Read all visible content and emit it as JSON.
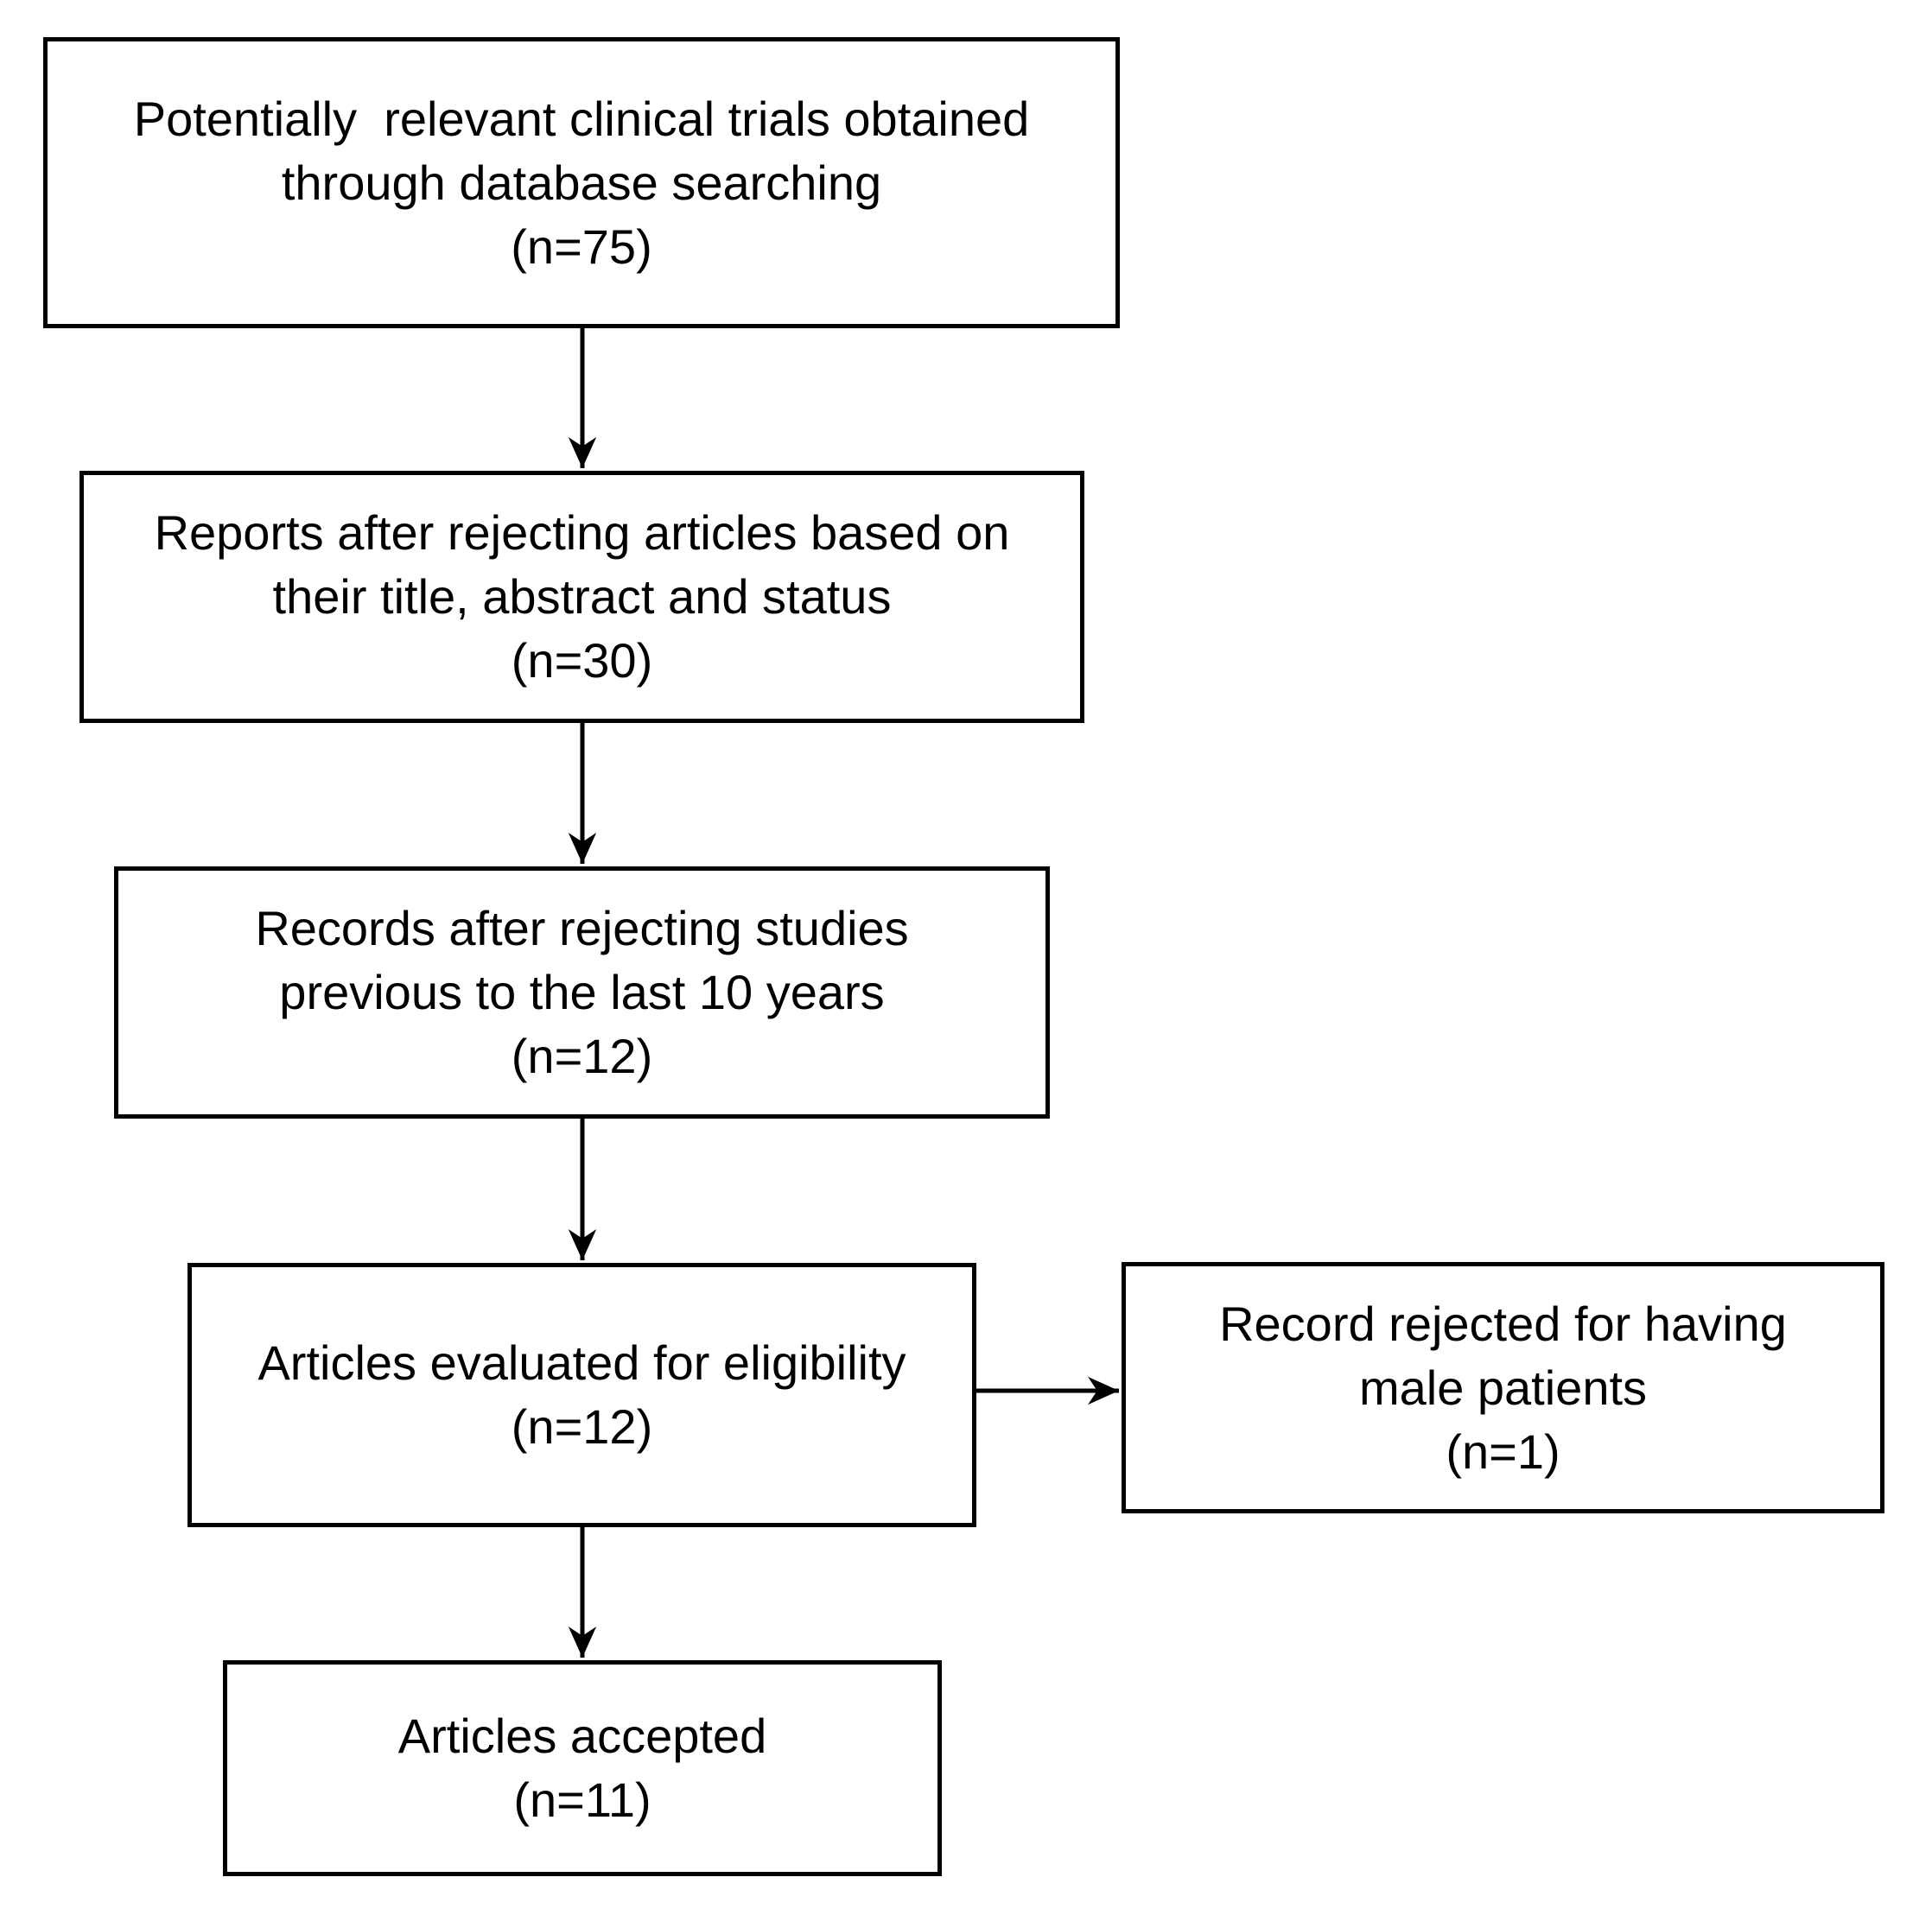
{
  "figure": {
    "type": "flowchart",
    "background_color": "#ffffff",
    "box_border_color": "#000000",
    "text_color": "#000000",
    "arrow_color": "#000000",
    "nodes": [
      {
        "id": "identified",
        "n": 75,
        "lines": [
          "Potentially  relevant clinical trials obtained",
          "through database searching",
          "(n=75)"
        ]
      },
      {
        "id": "after-title-abstract-status",
        "n": 30,
        "lines": [
          "Reports after rejecting articles based on",
          "their title, abstract and status",
          "(n=30)"
        ]
      },
      {
        "id": "after-last-10-years",
        "n": 12,
        "lines": [
          "Records after rejecting studies",
          "previous to the last 10 years",
          "(n=12)"
        ]
      },
      {
        "id": "evaluated-for-eligibility",
        "n": 12,
        "lines": [
          "Articles evaluated for eligibility",
          "(n=12)"
        ]
      },
      {
        "id": "rejected-male-patients",
        "n": 1,
        "lines": [
          "Record rejected for having",
          "male patients",
          "(n=1)"
        ]
      },
      {
        "id": "accepted",
        "n": 11,
        "lines": [
          "Articles accepted",
          "(n=11)"
        ]
      }
    ],
    "edges": [
      {
        "from": "identified",
        "to": "after-title-abstract-status",
        "direction": "down"
      },
      {
        "from": "after-title-abstract-status",
        "to": "after-last-10-years",
        "direction": "down"
      },
      {
        "from": "after-last-10-years",
        "to": "evaluated-for-eligibility",
        "direction": "down"
      },
      {
        "from": "evaluated-for-eligibility",
        "to": "rejected-male-patients",
        "direction": "right"
      },
      {
        "from": "evaluated-for-eligibility",
        "to": "accepted",
        "direction": "down"
      }
    ]
  }
}
